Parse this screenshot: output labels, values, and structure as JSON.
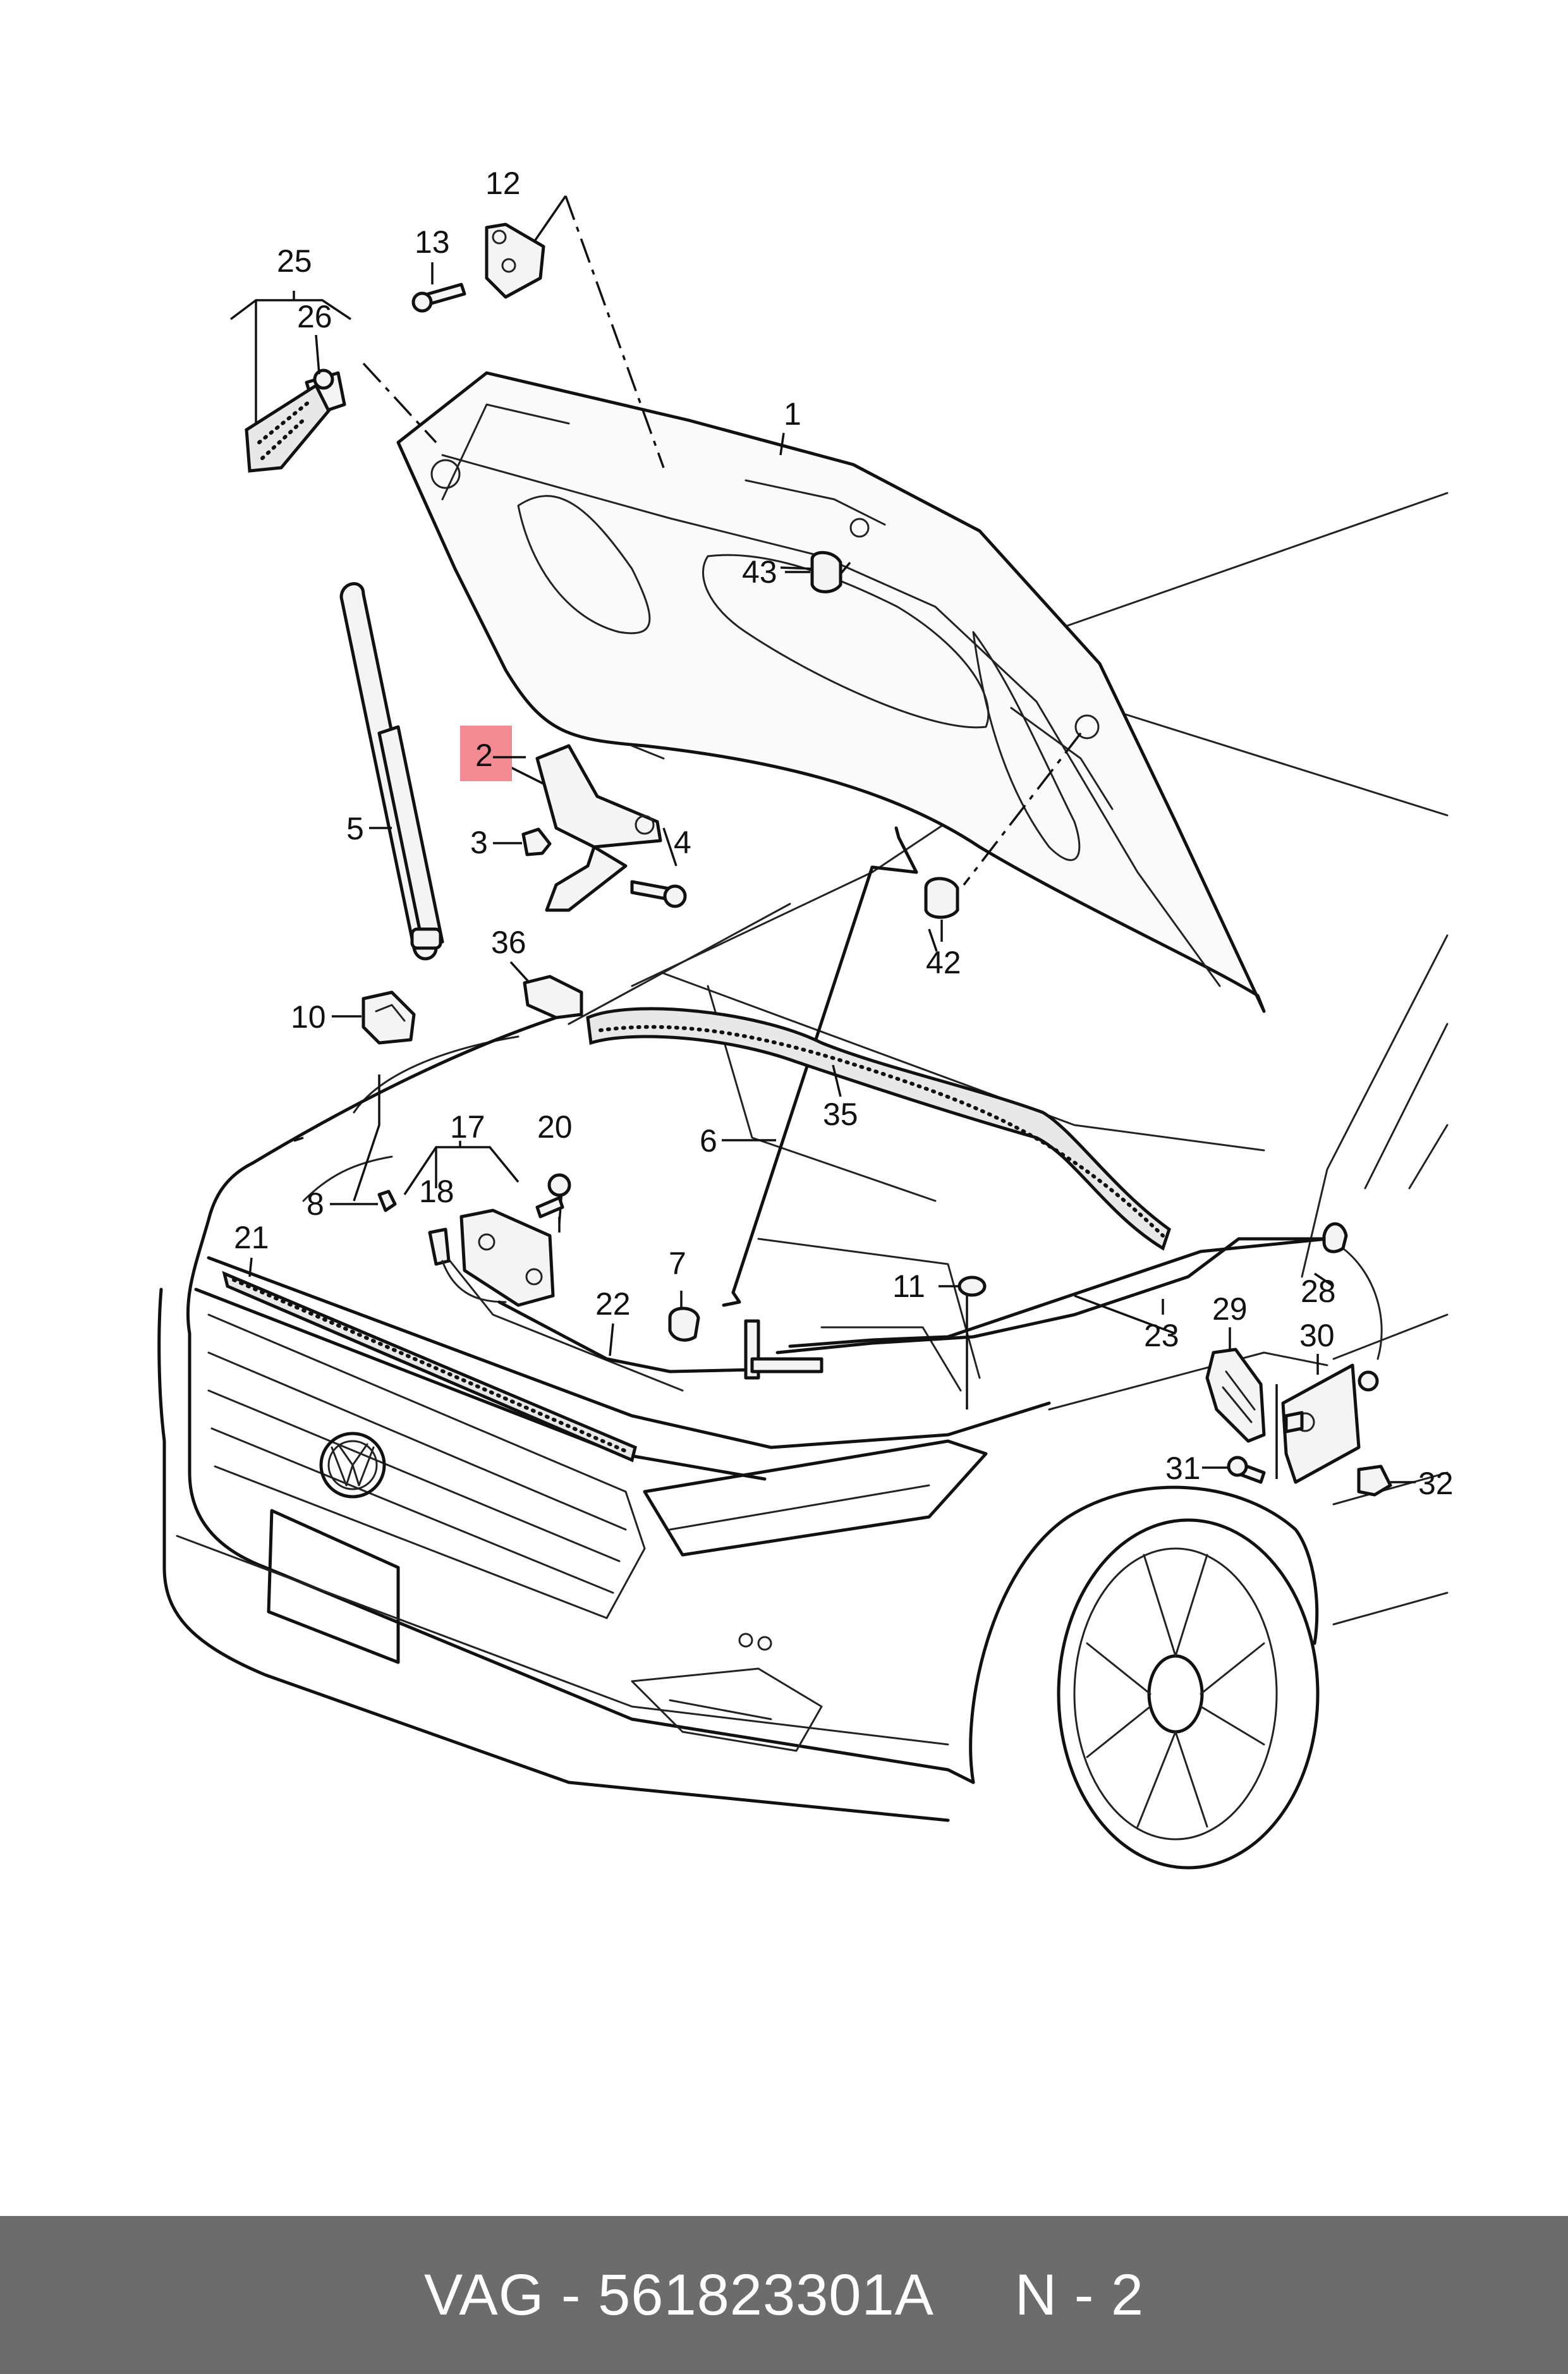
{
  "highlight_color": "#f48a92",
  "footer": {
    "brand": "VAG",
    "separator": " - ",
    "part_number": "561823301A",
    "page": "N - 2",
    "background": "#6c6c6c"
  },
  "callouts": [
    {
      "id": "c1",
      "label": "1"
    },
    {
      "id": "c2",
      "label": "2",
      "highlighted": true
    },
    {
      "id": "c3",
      "label": "3"
    },
    {
      "id": "c4",
      "label": "4"
    },
    {
      "id": "c5",
      "label": "5"
    },
    {
      "id": "c6",
      "label": "6"
    },
    {
      "id": "c7",
      "label": "7"
    },
    {
      "id": "c8",
      "label": "8"
    },
    {
      "id": "c10",
      "label": "10"
    },
    {
      "id": "c11",
      "label": "11"
    },
    {
      "id": "c12",
      "label": "12"
    },
    {
      "id": "c13",
      "label": "13"
    },
    {
      "id": "c17",
      "label": "17"
    },
    {
      "id": "c18",
      "label": "18"
    },
    {
      "id": "c20",
      "label": "20"
    },
    {
      "id": "c21",
      "label": "21"
    },
    {
      "id": "c22",
      "label": "22"
    },
    {
      "id": "c23",
      "label": "23"
    },
    {
      "id": "c25",
      "label": "25"
    },
    {
      "id": "c26",
      "label": "26"
    },
    {
      "id": "c28",
      "label": "28"
    },
    {
      "id": "c29",
      "label": "29"
    },
    {
      "id": "c30",
      "label": "30"
    },
    {
      "id": "c31",
      "label": "31"
    },
    {
      "id": "c32",
      "label": "32"
    },
    {
      "id": "c35",
      "label": "35"
    },
    {
      "id": "c36",
      "label": "36"
    },
    {
      "id": "c42",
      "label": "42"
    },
    {
      "id": "c43",
      "label": "43"
    }
  ]
}
